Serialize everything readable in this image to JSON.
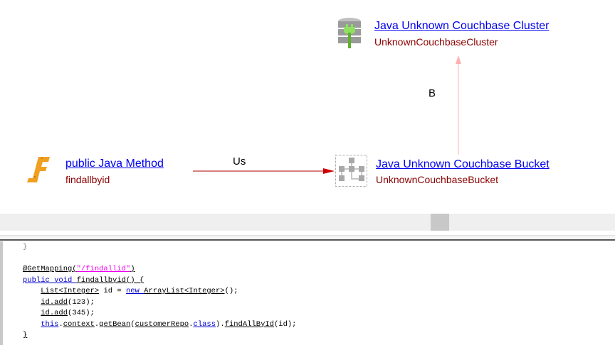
{
  "nodes": {
    "method": {
      "title": " public Java Method",
      "subtitle": "findallbyid",
      "icon": "function-icon"
    },
    "bucket": {
      "title": "Java Unknown Couchbase Bucket",
      "subtitle": "UnknownCouchbaseBucket",
      "icon": "bucket-icon"
    },
    "cluster": {
      "title": "Java Unknown Couchbase Cluster",
      "subtitle": "UnknownCouchbaseCluster",
      "icon": "database-icon"
    }
  },
  "edges": {
    "uses": "Us",
    "belongs": "B"
  },
  "colors": {
    "edge_uses": "#b00000",
    "edge_belongs": "#ffb0b0",
    "link": "#0000ee",
    "subtitle": "#8b0000"
  },
  "code": {
    "l0": "}",
    "l1_a": "@GetMapping",
    "l1_b": "(",
    "l1_c": "\"/findallid\"",
    "l1_d": ")",
    "l2_a": "public void ",
    "l2_b": "findallbyid() {",
    "l3_a": "List<Integer>",
    "l3_b": " id = ",
    "l3_c": "new ",
    "l3_d": "ArrayList<Integer>",
    "l3_e": "();",
    "l4_a": "id.add",
    "l4_b": "(123);",
    "l5_a": "id.add",
    "l5_b": "(345);",
    "l6_a": "this",
    ".": ".",
    "l6_b": "context",
    "l6_c": "getBean",
    "l6_d": "(",
    "l6_e": "customerRepo",
    "l6_f": "class",
    "l6_g": ").",
    "l6_h": "findAllById",
    "l6_i": "(id);",
    "l7": "}"
  }
}
